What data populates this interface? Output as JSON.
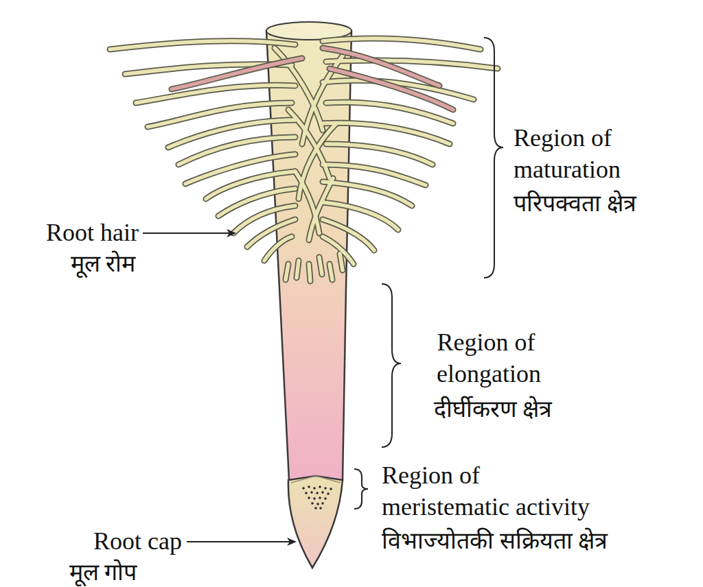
{
  "diagram": {
    "labels": [
      "Region of maturation",
      "परिपक्वता क्षेत्र",
      "Root hair",
      "मूल रोम",
      "Region of elongation",
      "दीर्घीकरण क्षेत्र",
      "Region of meristematic activity",
      "विभाज्योतकी सक्रियता क्षेत्र",
      "Root cap",
      "मूल गोप"
    ]
  }
}
